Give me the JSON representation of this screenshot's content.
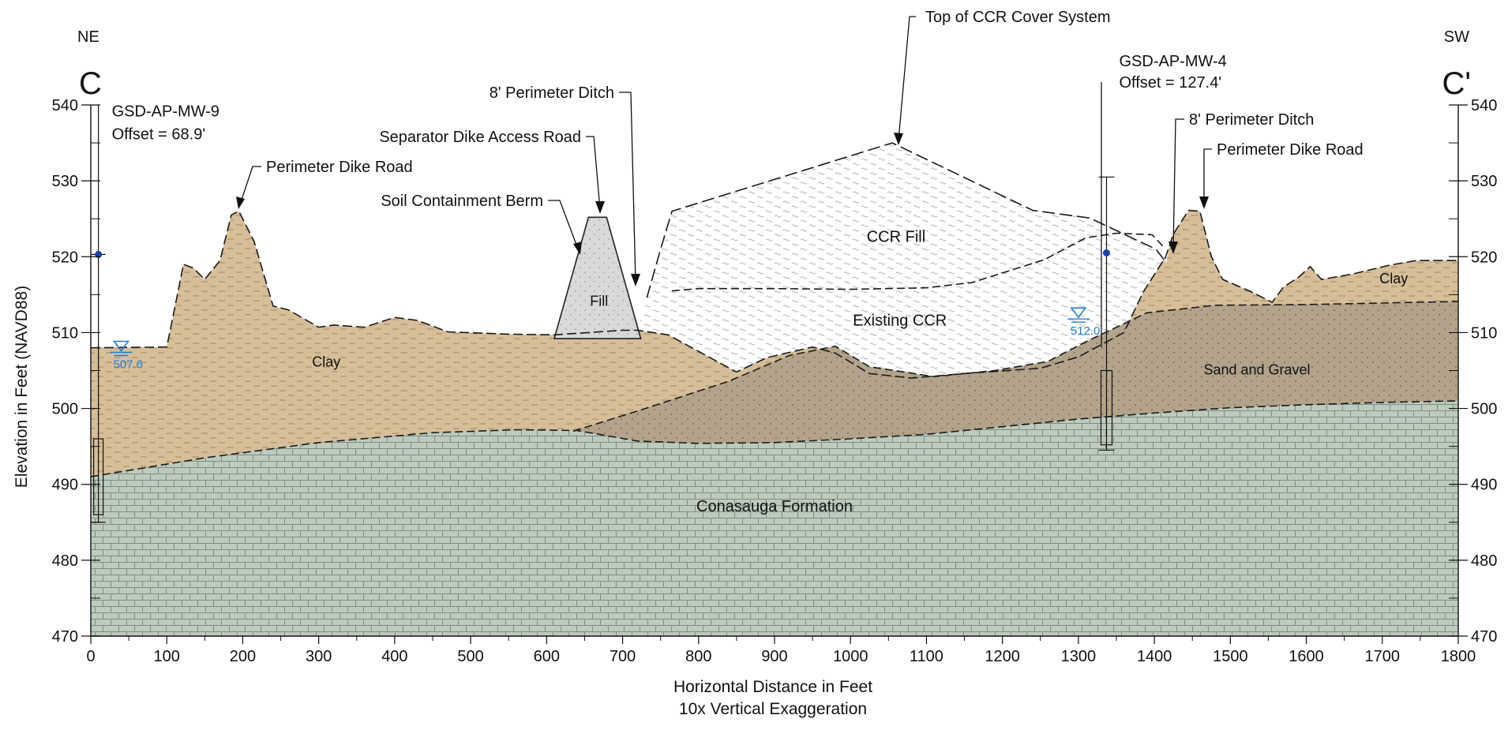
{
  "chart_data": {
    "type": "cross-section",
    "section_start": "C",
    "section_end": "C'",
    "direction_left": "NE",
    "direction_right": "SW",
    "ylabel": "Elevation in Feet (NAVD88)",
    "xlabel": "Horizontal Distance in Feet",
    "xlabel_note": "10x Vertical Exaggeration",
    "xlim": [
      0,
      1800
    ],
    "ylim": [
      470,
      540
    ],
    "x_ticks": [
      0,
      100,
      200,
      300,
      400,
      500,
      600,
      700,
      800,
      900,
      1000,
      1100,
      1200,
      1300,
      1400,
      1500,
      1600,
      1700,
      1800
    ],
    "y_ticks": [
      470,
      480,
      490,
      500,
      510,
      520,
      530,
      540
    ],
    "units": [
      {
        "name": "Conasauga Formation",
        "color": "#bdcbbd",
        "label_at": [
          900,
          487
        ]
      },
      {
        "name": "Clay",
        "color": "#d6be98",
        "label_at": [
          310,
          506
        ],
        "second_label_at": [
          1715,
          517
        ]
      },
      {
        "name": "Sand and Gravel",
        "color": "#b3a38a",
        "label_at": [
          1535,
          505
        ]
      },
      {
        "name": "Existing CCR",
        "color": "#f2f2f2",
        "label_at": [
          1065,
          511.5
        ]
      },
      {
        "name": "CCR Fill",
        "color": "#ffffff",
        "label_at": [
          1060,
          522.5
        ]
      },
      {
        "name": "Fill",
        "color": "#d9d9d9",
        "label_at": [
          669,
          514
        ]
      }
    ],
    "wells": [
      {
        "name": "GSD-AP-MW-9",
        "offset": "Offset = 68.9'",
        "x": 10,
        "top": 540,
        "bottom": 485,
        "screen_top": 496,
        "screen_bottom": 486,
        "point": 520.3
      },
      {
        "name": "GSD-AP-MW-4",
        "offset": "Offset = 127.4'",
        "x": 1337,
        "top": 530.5,
        "bottom": 494.5,
        "screen_top": 505,
        "screen_bottom": 495.2,
        "point": 520.5
      }
    ],
    "water_levels": [
      {
        "value": "507.6",
        "x": 40,
        "elevation": 507.6
      },
      {
        "value": "512.0",
        "x": 1300,
        "elevation": 512.0
      }
    ],
    "callouts": [
      "Top of CCR Cover System",
      "8' Perimeter Ditch",
      "Separator Dike Access Road",
      "Soil Containment Berm",
      "Perimeter Dike Road",
      "8' Perimeter Ditch",
      "Perimeter Dike Road"
    ],
    "surfaces": {
      "ground": [
        [
          0,
          508
        ],
        [
          100,
          508.1
        ],
        [
          108,
          512
        ],
        [
          122,
          519
        ],
        [
          135,
          518.5
        ],
        [
          150,
          517
        ],
        [
          170,
          519.5
        ],
        [
          185,
          525.5
        ],
        [
          195,
          526
        ],
        [
          215,
          522
        ],
        [
          240,
          513.5
        ],
        [
          260,
          513
        ],
        [
          300,
          510.7
        ],
        [
          320,
          511
        ],
        [
          360,
          510.7
        ],
        [
          400,
          512
        ],
        [
          430,
          511.6
        ],
        [
          470,
          510.1
        ],
        [
          550,
          509.8
        ],
        [
          610,
          509.7
        ],
        [
          700,
          510.3
        ],
        [
          720,
          510.3
        ],
        [
          760,
          509.7
        ],
        [
          850,
          504.8
        ],
        [
          890,
          506.7
        ],
        [
          950,
          508.1
        ],
        [
          980,
          507.3
        ],
        [
          1025,
          504.6
        ],
        [
          1080,
          504
        ],
        [
          1150,
          504.6
        ],
        [
          1250,
          505.3
        ],
        [
          1300,
          506.8
        ],
        [
          1360,
          510
        ],
        [
          1385,
          515.3
        ],
        [
          1415,
          520
        ],
        [
          1425,
          523
        ],
        [
          1445,
          526.1
        ],
        [
          1460,
          526
        ],
        [
          1475,
          520
        ],
        [
          1490,
          517
        ],
        [
          1525,
          515.5
        ],
        [
          1545,
          514.5
        ],
        [
          1555,
          514
        ],
        [
          1570,
          516
        ],
        [
          1590,
          517.3
        ],
        [
          1605,
          518.7
        ],
        [
          1620,
          517
        ],
        [
          1660,
          517.7
        ],
        [
          1710,
          518.9
        ],
        [
          1745,
          519.5
        ],
        [
          1800,
          519.5
        ]
      ],
      "sand_top": [
        [
          635,
          497
        ],
        [
          730,
          500
        ],
        [
          840,
          503.6
        ],
        [
          920,
          507
        ],
        [
          980,
          508.2
        ],
        [
          1025,
          505.5
        ],
        [
          1110,
          504.2
        ],
        [
          1190,
          505
        ],
        [
          1260,
          506.2
        ],
        [
          1310,
          508.8
        ],
        [
          1390,
          512.6
        ],
        [
          1480,
          513.6
        ],
        [
          1600,
          513.7
        ],
        [
          1800,
          514.1
        ]
      ],
      "rock_top": [
        [
          0,
          491
        ],
        [
          150,
          493.5
        ],
        [
          300,
          495.5
        ],
        [
          450,
          496.8
        ],
        [
          560,
          497.2
        ],
        [
          640,
          497.1
        ],
        [
          720,
          495.7
        ],
        [
          800,
          495.4
        ],
        [
          900,
          495.5
        ],
        [
          1000,
          496
        ],
        [
          1100,
          496.6
        ],
        [
          1200,
          497.6
        ],
        [
          1300,
          498.6
        ],
        [
          1400,
          499.4
        ],
        [
          1500,
          500.1
        ],
        [
          1600,
          500.5
        ],
        [
          1700,
          500.8
        ],
        [
          1800,
          501
        ]
      ],
      "existing_ccr_top": [
        [
          765,
          515.5
        ],
        [
          800,
          515.8
        ],
        [
          900,
          515.8
        ],
        [
          1000,
          515.7
        ],
        [
          1100,
          515.9
        ],
        [
          1160,
          516.6
        ],
        [
          1255,
          519.6
        ],
        [
          1310,
          522.5
        ],
        [
          1350,
          523.1
        ],
        [
          1397,
          522.9
        ],
        [
          1412,
          521.3
        ]
      ],
      "cover_top": [
        [
          732,
          514.6
        ],
        [
          750,
          521
        ],
        [
          765,
          526
        ],
        [
          1055,
          535
        ],
        [
          1240,
          526.1
        ],
        [
          1315,
          525.1
        ],
        [
          1402,
          521
        ],
        [
          1416,
          519.2
        ]
      ],
      "berm": [
        [
          610,
          509.2
        ],
        [
          655,
          525.2
        ],
        [
          679,
          525.2
        ],
        [
          724,
          509.2
        ]
      ]
    }
  }
}
